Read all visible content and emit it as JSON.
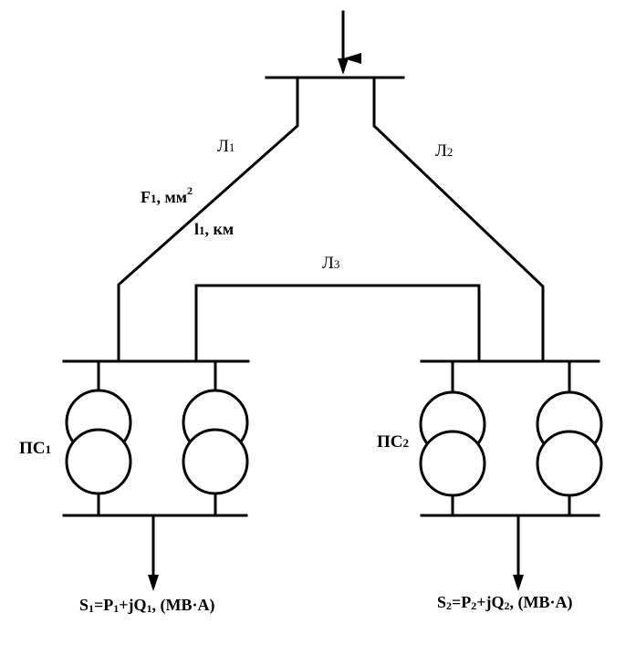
{
  "lines": {
    "l1": {
      "name": "Л",
      "sub": "1"
    },
    "l2": {
      "name": "Л",
      "sub": "2"
    },
    "l3": {
      "name": "Л",
      "sub": "3"
    }
  },
  "line1_params": {
    "f_sym": "F",
    "f_sub": "1",
    "f_unit": ", мм",
    "f_sup": "2",
    "l_sym": "l",
    "l_sub": "1",
    "l_unit": ", км"
  },
  "substations": {
    "ps1": {
      "name": "ПС",
      "sub": "1"
    },
    "ps2": {
      "name": "ПС",
      "sub": "2"
    }
  },
  "loads": {
    "s1": {
      "s": "S",
      "s_sub": "1",
      "eq": "=P",
      "p_sub": "1",
      "plus": "+jQ",
      "q_sub": "1",
      "unit": ", (МВ·А)"
    },
    "s2": {
      "s": "S",
      "s_sub": "2",
      "eq": "=P",
      "p_sub": "2",
      "plus": "+jQ",
      "q_sub": "2",
      "unit": ", (МВ·А)"
    }
  }
}
